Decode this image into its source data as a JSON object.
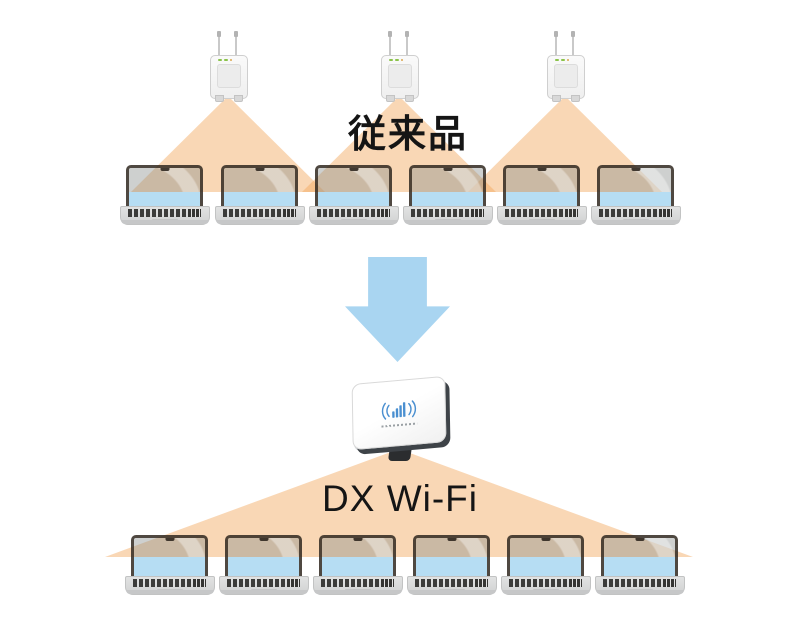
{
  "sections": {
    "before": {
      "label": "従来品",
      "access_point_count": 3,
      "laptop_count": 6,
      "description_visible": false
    },
    "after": {
      "label": "DX Wi-Fi",
      "access_point_count": 1,
      "laptop_count": 6
    }
  },
  "icons": {
    "ceiling_access_point": "white-router-box-with-two-antennas",
    "coverage_cone": "orange-triangle-beam",
    "laptop": "open-laptop-blue-screen",
    "transition_arrow": "blue-down-arrow",
    "dx_access_point": "white-flat-panel-with-wifi-logo",
    "wifi_logo": "blue-signal-bars-with-arcs"
  },
  "colors": {
    "coverage": "rgba(242,167,92,0.45)",
    "arrow": "#a9d5f1",
    "screen": "#b6ddf3",
    "wifi-logo": "#4a8fd0",
    "label-text": "#151515",
    "background": "#ffffff"
  }
}
